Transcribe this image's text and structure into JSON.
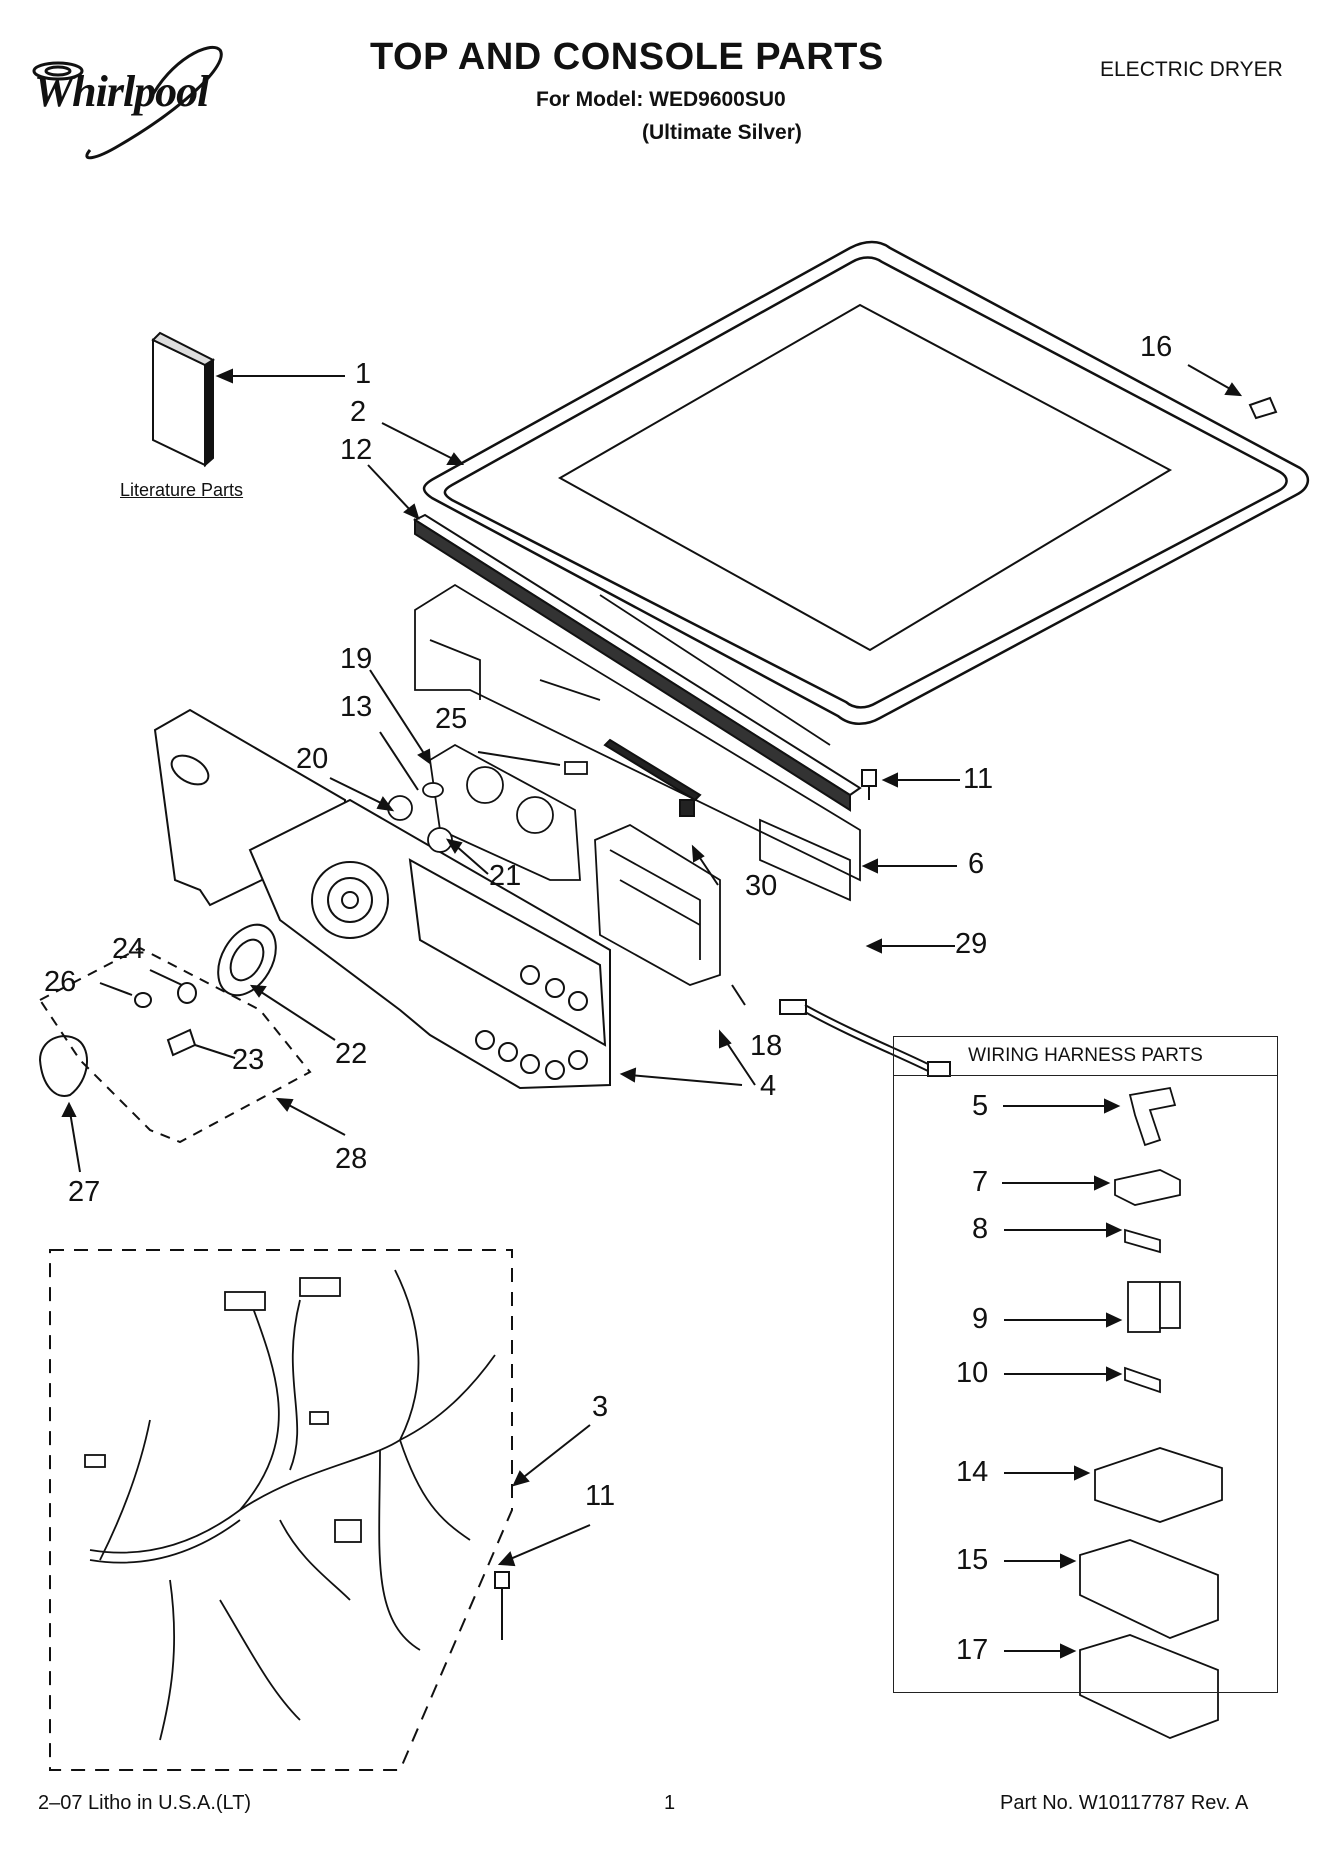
{
  "header": {
    "brand": "Whirlpool",
    "title": "TOP AND CONSOLE PARTS",
    "model_line": "For Model: WED9600SU0",
    "variant": "(Ultimate Silver)",
    "appliance_type": "ELECTRIC DRYER"
  },
  "literature_label": "Literature Parts",
  "wiring_box_title": "WIRING HARNESS PARTS",
  "callouts": {
    "c1": "1",
    "c2": "2",
    "c3": "3",
    "c4": "4",
    "c5": "5",
    "c6": "6",
    "c7": "7",
    "c8": "8",
    "c9": "9",
    "c10": "10",
    "c11a": "11",
    "c11b": "11",
    "c12": "12",
    "c13": "13",
    "c14": "14",
    "c15": "15",
    "c16": "16",
    "c17": "17",
    "c18": "18",
    "c19": "19",
    "c20": "20",
    "c21": "21",
    "c22": "22",
    "c23": "23",
    "c24": "24",
    "c25": "25",
    "c26": "26",
    "c27": "27",
    "c28": "28",
    "c29": "29",
    "c30": "30"
  },
  "footer": {
    "litho": "2–07 Litho in U.S.A.(LT)",
    "page": "1",
    "part_no": "Part No. W10117787 Rev. A"
  }
}
